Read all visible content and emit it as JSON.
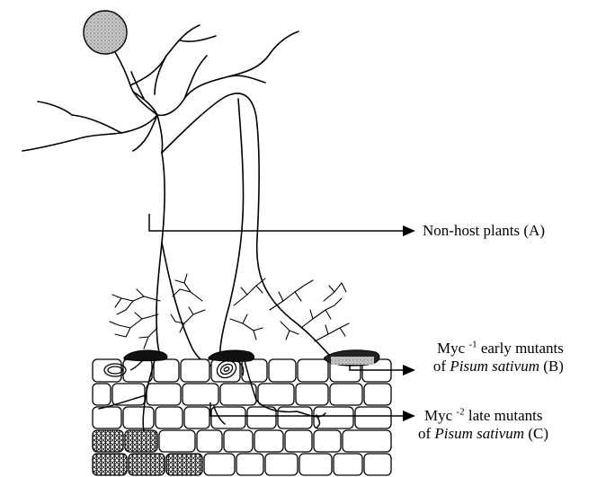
{
  "labels": {
    "a": {
      "text": "Non-host plants (A)"
    },
    "b": {
      "line1_pre": "Myc ",
      "line1_sup": "-1",
      "line1_post": " early mutants",
      "line2_pre": "of ",
      "line2_italic": "Pisum sativum",
      "line2_post": " (B)"
    },
    "c": {
      "line1_pre": "Myc ",
      "line1_sup": "-2",
      "line1_post": " late mutants",
      "line2_pre": "of ",
      "line2_italic": "Pisum sativum",
      "line2_post": " (C)"
    }
  }
}
